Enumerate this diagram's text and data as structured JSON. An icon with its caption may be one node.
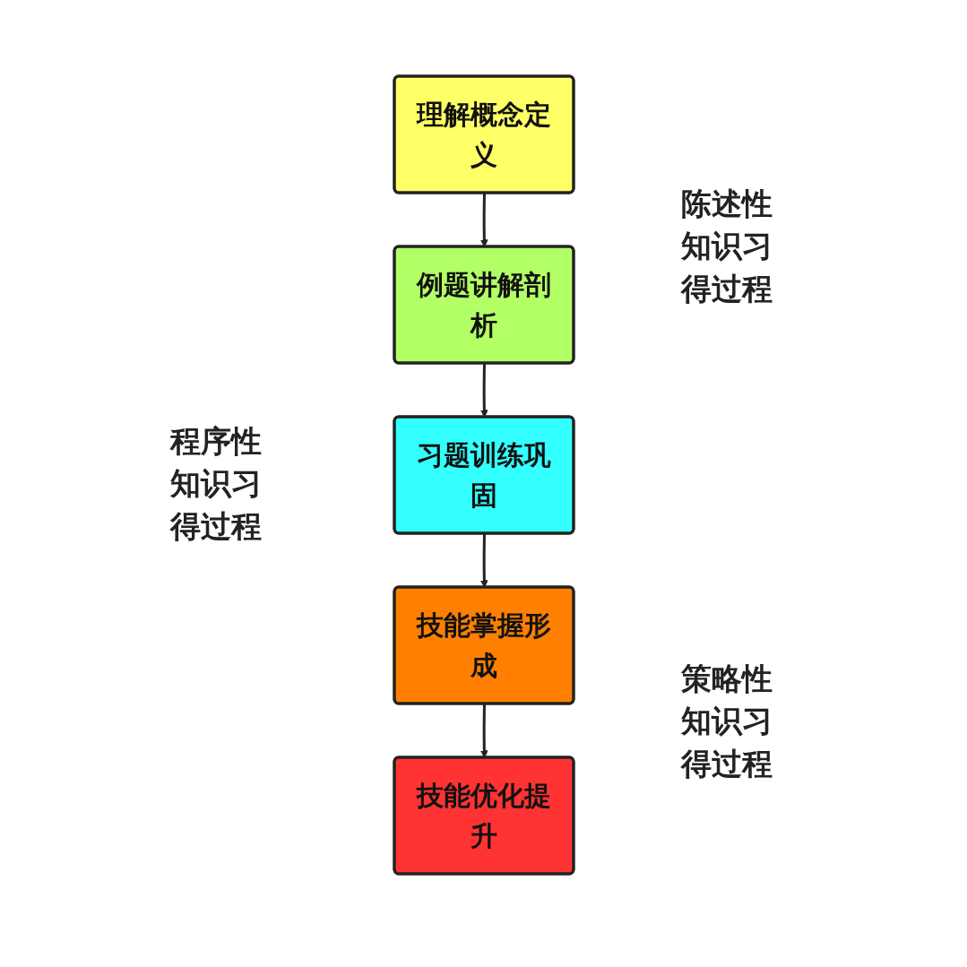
{
  "diagram": {
    "nodes": [
      {
        "text": [
          "理解概念定义"
        ]
      },
      {
        "text": [
          "例题讲解剖析"
        ]
      },
      {
        "text": [
          "习题训练巩固"
        ]
      },
      {
        "text": [
          "技能掌握形成"
        ]
      },
      {
        "text": [
          "技能优化提升"
        ]
      }
    ],
    "edges": [
      {
        "from": 0,
        "to": 1,
        "arrow": "to"
      },
      {
        "from": 1,
        "to": 2,
        "arrow": "to"
      },
      {
        "from": 2,
        "to": 3,
        "arrow": "to"
      },
      {
        "from": 3,
        "to": 4,
        "arrow": "to"
      }
    ],
    "labels": [
      "陈述性知识习得过程",
      "程序性知识习得过程",
      "策略性知识习得过程"
    ]
  }
}
